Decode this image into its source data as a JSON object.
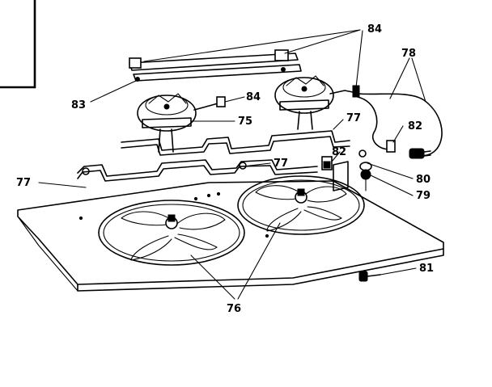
{
  "diagram": {
    "type": "exploded-parts-diagram",
    "callouts": {
      "c84_top": "84",
      "c78": "78",
      "c83": "83",
      "c84_mid": "84",
      "c75": "75",
      "c77_right": "77",
      "c82_right": "82",
      "c82_mid": "82",
      "c77_mid": "77",
      "c77_left": "77",
      "c80": "80",
      "c79": "79",
      "c81": "81",
      "c76": "76"
    }
  }
}
